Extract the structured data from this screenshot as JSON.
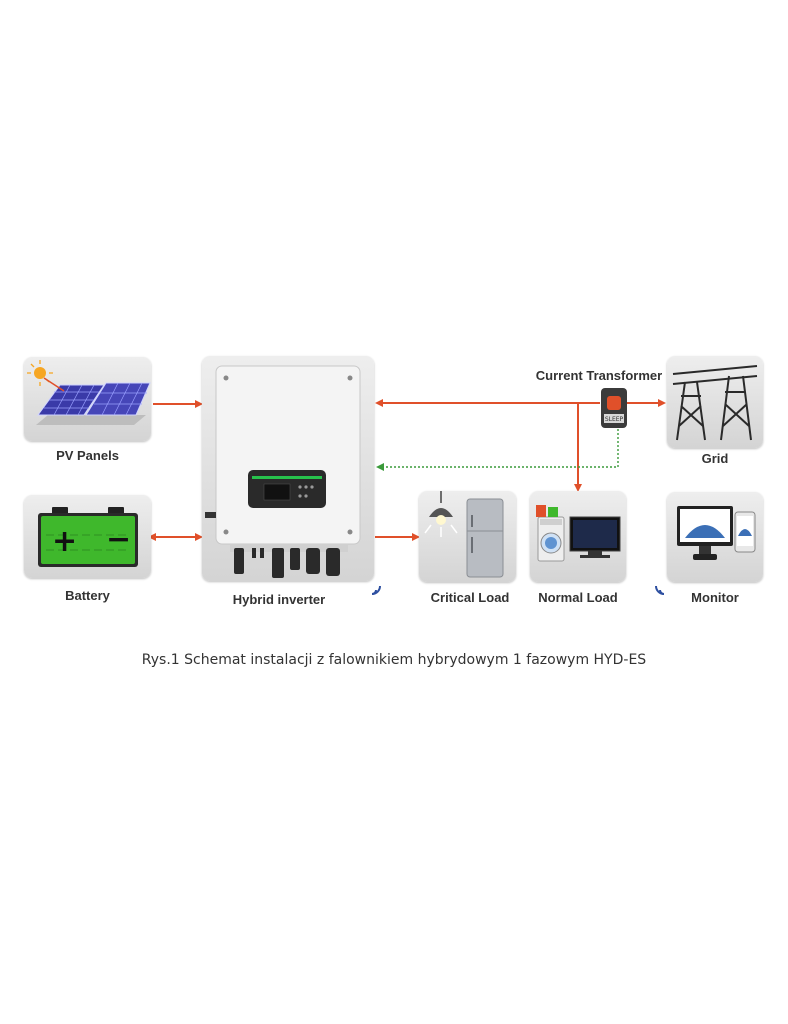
{
  "nodes": {
    "pv_panels": "PV Panels",
    "battery": "Battery",
    "hybrid_inverter": "Hybrid inverter",
    "current_transformer": "Current Transformer",
    "grid": "Grid",
    "critical_load": "Critical Load",
    "normal_load": "Normal Load",
    "monitor": "Monitor"
  },
  "device_marks": {
    "battery_plus": "+",
    "battery_minus": "−",
    "ct_brand": "SLEEP"
  },
  "caption": "Rys.1 Schemat instalacji z falownikiem hybrydowym 1 fazowym HYD-ES",
  "colors": {
    "power_arrow": "#e0502a",
    "signal_arrow": "#3a9a3a",
    "tile_bg": "#e2e2e2",
    "label_text": "#333333",
    "battery_green": "#3fb82c",
    "inverter_display_accent": "#27c24c",
    "wifi_icon": "#2d4fa0"
  }
}
